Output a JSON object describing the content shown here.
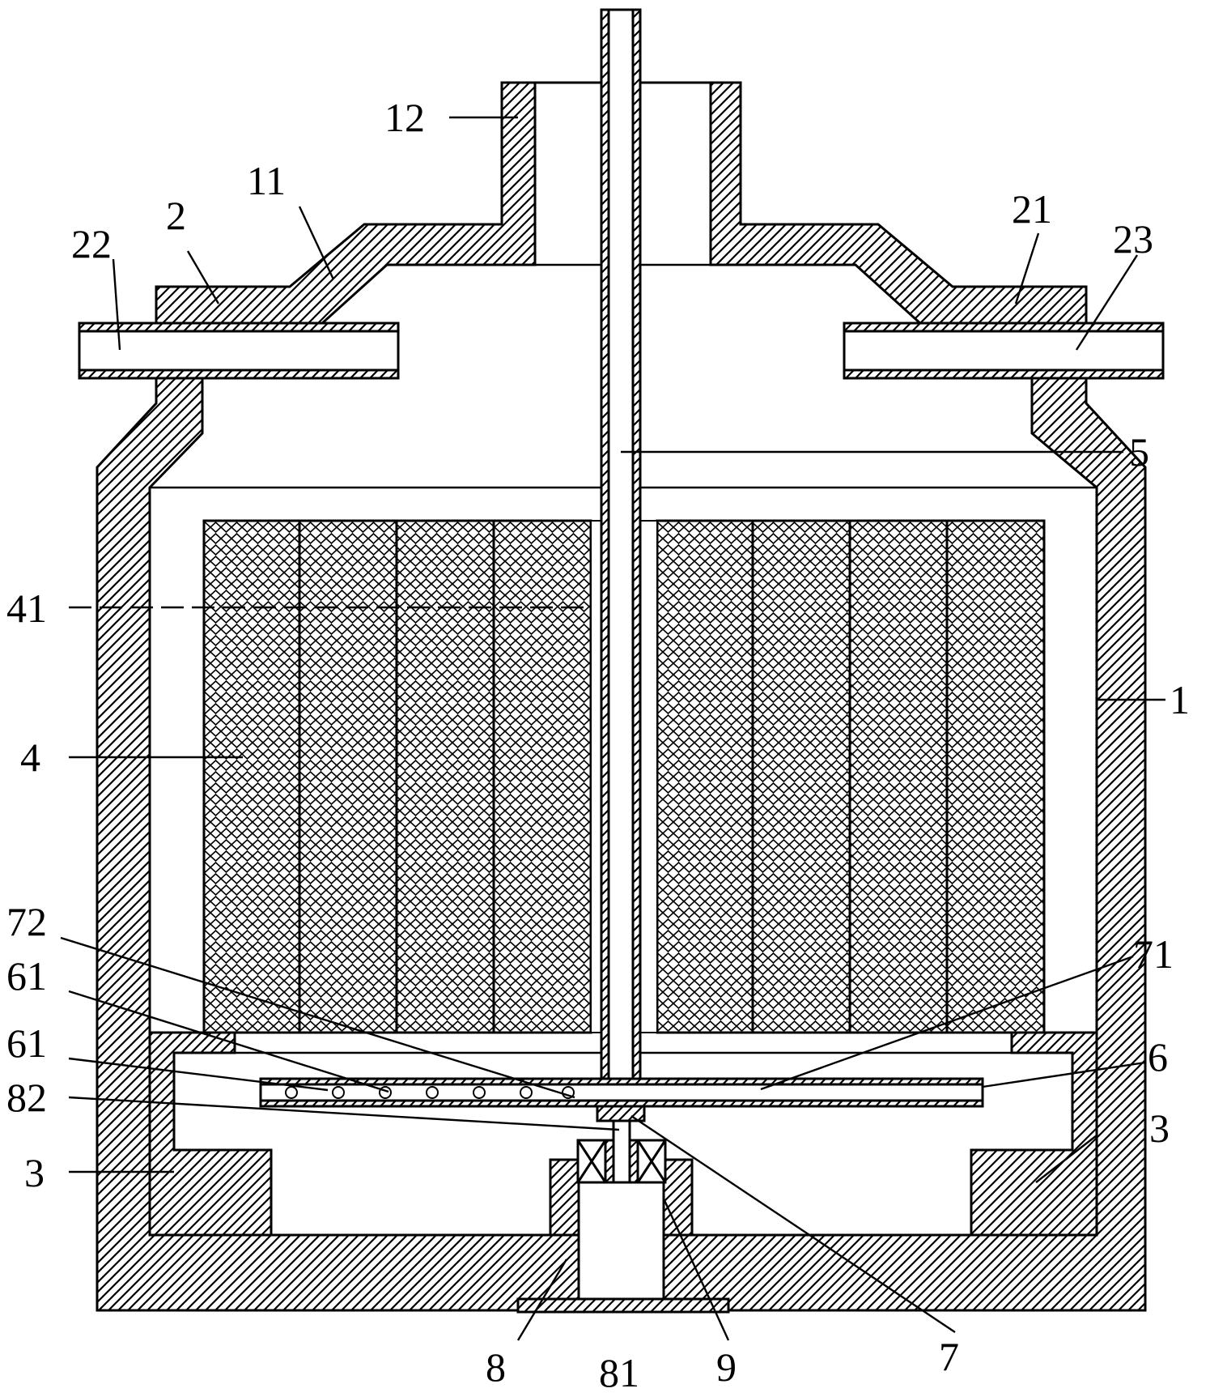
{
  "labels": {
    "housing": "1",
    "cap": "2",
    "inlet_tube_left": "22",
    "cap_flange_right": "21",
    "outlet_tube_right": "23",
    "shoulder": "11",
    "neck": "12",
    "support_block": "3",
    "filter_core": "4",
    "core_slot": "41",
    "central_pipe": "5",
    "spray_arm": "6",
    "spray_hole_upper": "61",
    "spray_hole_lower": "61",
    "rotary_joint": "7",
    "nozzle_row": "71",
    "nozzle_holes": "72",
    "motor_base": "8",
    "motor": "81",
    "drive_shaft": "82",
    "bearing": "9"
  }
}
